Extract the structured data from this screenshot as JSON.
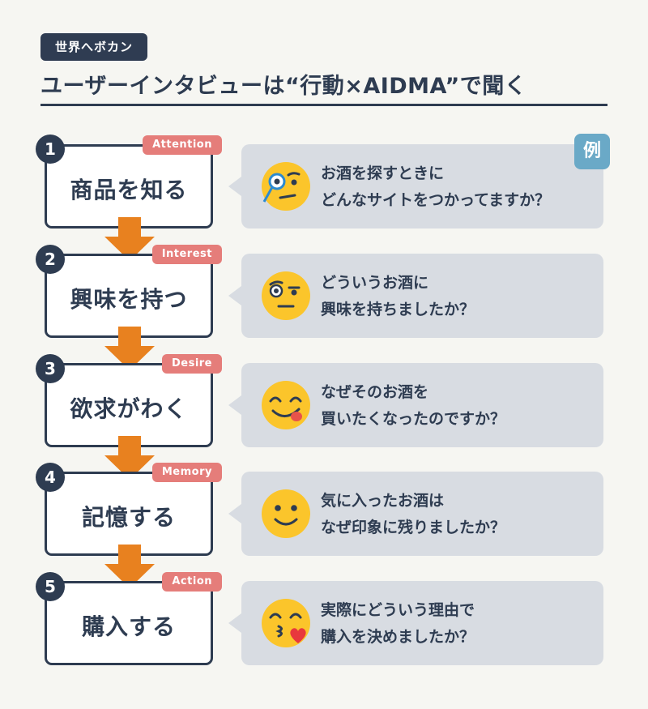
{
  "header": {
    "badge": "世界へボカン",
    "title": "ユーザーインタビューは“行動×AIDMA”で聞く"
  },
  "example_label": "例",
  "colors": {
    "navy": "#2e3c51",
    "tag": "#e57d7a",
    "arrow": "#e8811f",
    "bubble": "#d8dce2",
    "example": "#6aa9c7",
    "emoji": "#fbc52b"
  },
  "steps": [
    {
      "number": "1",
      "label": "商品を知る",
      "stage": "Attention",
      "question_line1": "お酒を探すときに",
      "question_line2": "どんなサイトをつかってますか？",
      "emoji": "face-with-monocle-icon"
    },
    {
      "number": "2",
      "label": "興味を持つ",
      "stage": "Interest",
      "question_line1": "どういうお酒に",
      "question_line2": "興味を持ちましたか？",
      "emoji": "face-with-raised-eyebrow-icon"
    },
    {
      "number": "3",
      "label": "欲求がわく",
      "stage": "Desire",
      "question_line1": "なぜそのお酒を",
      "question_line2": "買いたくなったのですか？",
      "emoji": "face-savoring-food-icon"
    },
    {
      "number": "4",
      "label": "記憶する",
      "stage": "Memory",
      "question_line1": "気に入ったお酒は",
      "question_line2": "なぜ印象に残りましたか？",
      "emoji": "slightly-smiling-face-icon"
    },
    {
      "number": "5",
      "label": "購入する",
      "stage": "Action",
      "question_line1": "実際にどういう理由で",
      "question_line2": "購入を決めましたか？",
      "emoji": "face-blowing-kiss-icon"
    }
  ]
}
